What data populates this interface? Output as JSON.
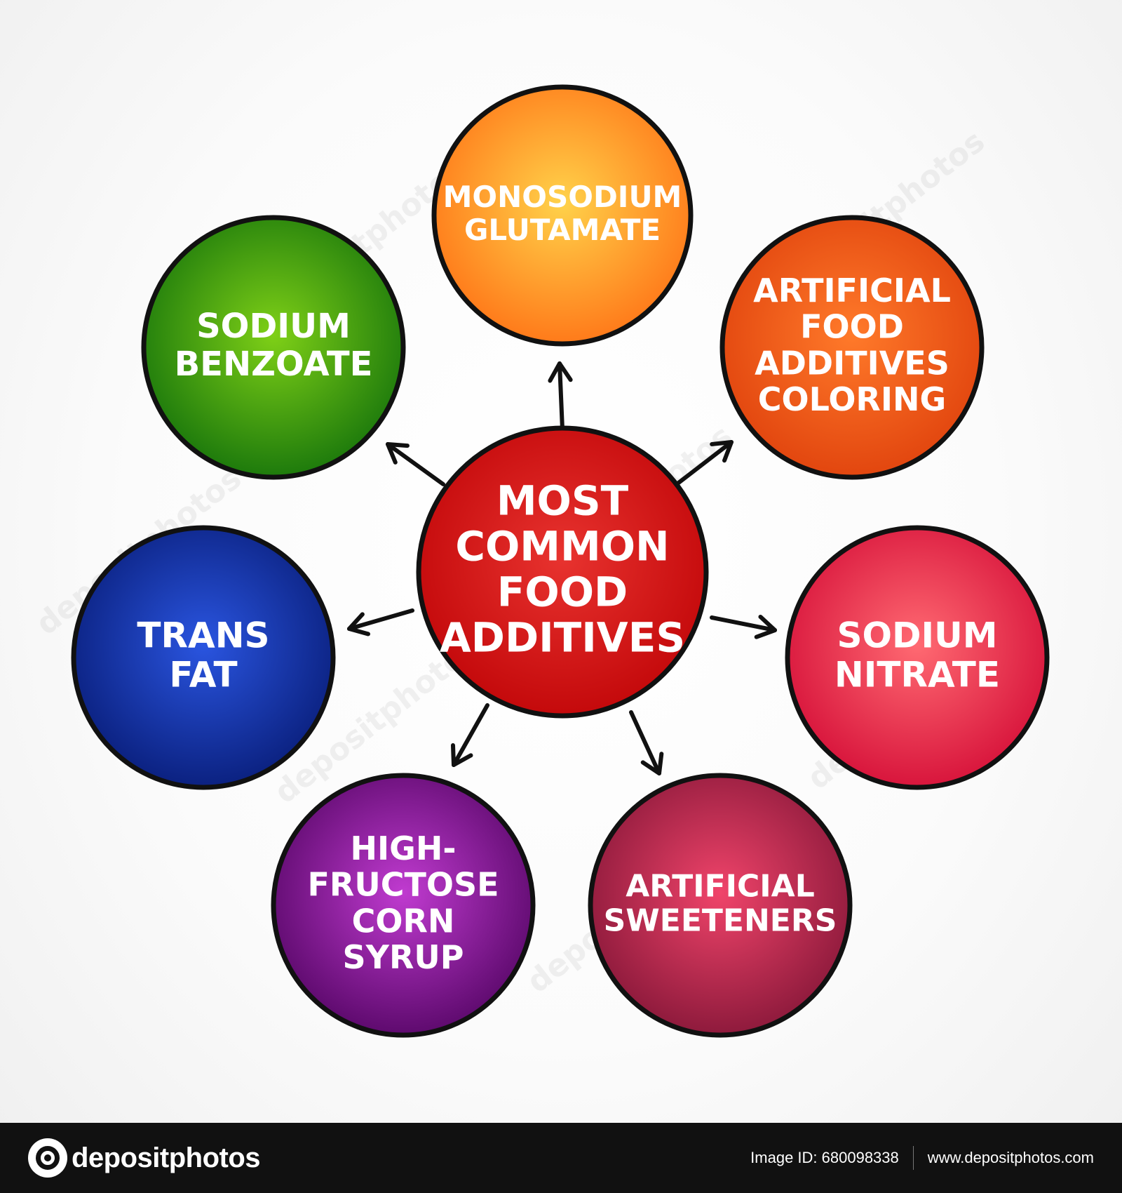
{
  "center": {
    "lines": [
      "MOST",
      "COMMON",
      "FOOD",
      "ADDITIVES"
    ],
    "color_light": "#e8332f",
    "color_dark": "#c4090b"
  },
  "nodes": [
    {
      "id": "monosodium-glutamate",
      "lines": [
        "MONOSODIUM",
        "GLUTAMATE"
      ],
      "color_light": "#ffd24a",
      "color_dark": "#ff7a1a"
    },
    {
      "id": "artificial-food-additives-coloring",
      "lines": [
        "ARTIFICIAL",
        "FOOD",
        "ADDITIVES",
        "COLORING"
      ],
      "color_light": "#ff7a2a",
      "color_dark": "#e2460f"
    },
    {
      "id": "sodium-nitrate",
      "lines": [
        "SODIUM",
        "NITRATE"
      ],
      "color_light": "#ff6a72",
      "color_dark": "#d8153c"
    },
    {
      "id": "artificial-sweeteners",
      "lines": [
        "ARTIFICIAL",
        "SWEETENERS"
      ],
      "color_light": "#f0446a",
      "color_dark": "#8e1a3c"
    },
    {
      "id": "high-fructose-corn-syrup",
      "lines": [
        "HIGH-",
        "FRUCTOSE",
        "CORN",
        "SYRUP"
      ],
      "color_light": "#c03bd0",
      "color_dark": "#5e0a6e"
    },
    {
      "id": "trans-fat",
      "lines": [
        "TRANS",
        "FAT"
      ],
      "color_light": "#2a55e0",
      "color_dark": "#0b2180"
    },
    {
      "id": "sodium-benzoate",
      "lines": [
        "SODIUM",
        "BENZOATE"
      ],
      "color_light": "#7fd017",
      "color_dark": "#1d7a0c"
    }
  ],
  "watermark": "depositphotos",
  "footer": {
    "brand": "depositphotos",
    "image_id": "Image ID: 680098338",
    "website": "www.depositphotos.com"
  }
}
